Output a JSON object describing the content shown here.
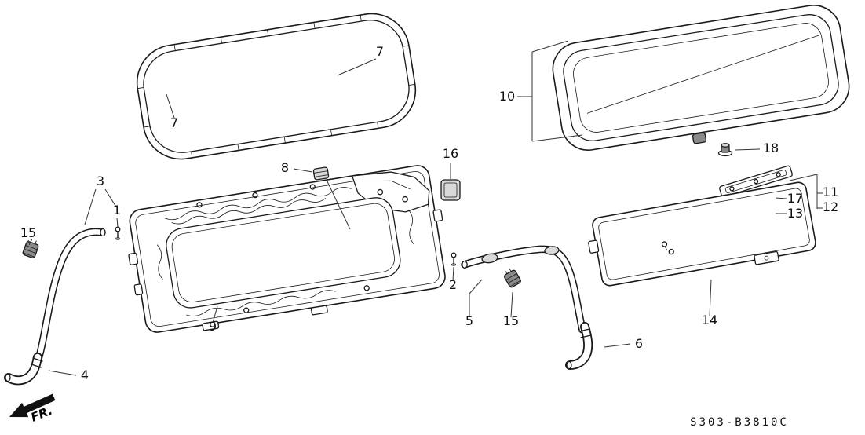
{
  "diagram": {
    "code": "S303-B3810C",
    "direction_label": "FR.",
    "labels": [
      {
        "text": "7"
      },
      {
        "text": "7"
      },
      {
        "text": "10"
      },
      {
        "text": "18"
      },
      {
        "text": "16"
      },
      {
        "text": "8"
      },
      {
        "text": "17"
      },
      {
        "text": "11"
      },
      {
        "text": "12"
      },
      {
        "text": "13"
      },
      {
        "text": "3"
      },
      {
        "text": "1"
      },
      {
        "text": "15"
      },
      {
        "text": "2"
      },
      {
        "text": "5"
      },
      {
        "text": "15"
      },
      {
        "text": "9"
      },
      {
        "text": "14"
      },
      {
        "text": "6"
      },
      {
        "text": "4"
      }
    ]
  }
}
